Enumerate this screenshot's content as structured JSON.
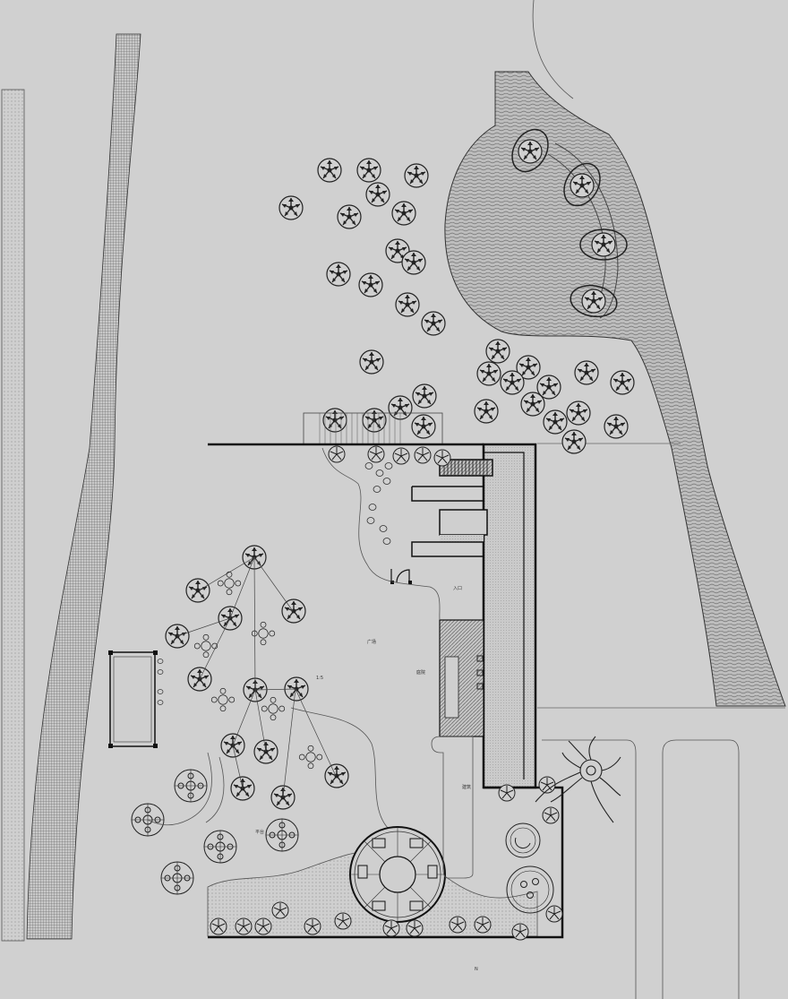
{
  "plan": {
    "labels": {
      "scale_bar": "1:5",
      "north_note": "N",
      "label_a": "广场",
      "label_b": "庭院",
      "label_c": "入口",
      "label_d": "平台",
      "label_e": "建筑"
    }
  }
}
